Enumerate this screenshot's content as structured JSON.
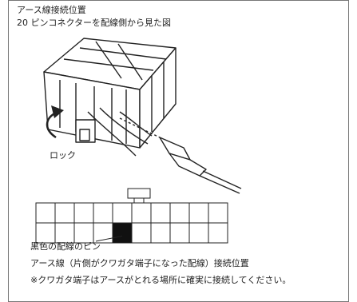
{
  "diagram": {
    "title": "アース線接続位置",
    "subtitle": "20 ピンコネクターを配線側から見た図",
    "lock_label": "ロック",
    "pin_label": "黒色の配線のピン",
    "ground_label": "アース線（片側がクワガタ端子になった配線）接続位置",
    "note": "※クワガタ端子はアースがとれる場所に確実に接続してください。"
  },
  "connector_grid": {
    "rows": 2,
    "cols": 10,
    "highlighted_pin": {
      "row": 2,
      "col": 5
    }
  },
  "colors": {
    "line": "#222222",
    "highlight": "#111111",
    "frame": "#777777"
  },
  "icons": [
    "rotate-arrow-icon",
    "wire-terminal-icon"
  ]
}
